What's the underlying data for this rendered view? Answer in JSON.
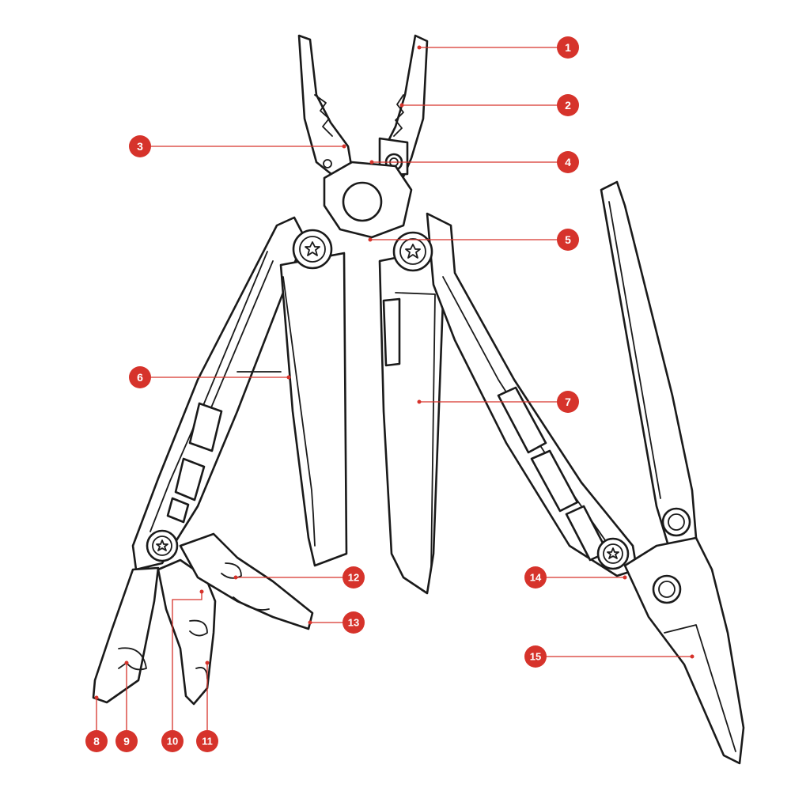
{
  "figure": {
    "accent_color": "#d6332b",
    "line_color": "#1a1a1a",
    "background": "#ffffff"
  },
  "callouts": [
    {
      "number": "1"
    },
    {
      "number": "2"
    },
    {
      "number": "3"
    },
    {
      "number": "4"
    },
    {
      "number": "5"
    },
    {
      "number": "6"
    },
    {
      "number": "7"
    },
    {
      "number": "8"
    },
    {
      "number": "9"
    },
    {
      "number": "10"
    },
    {
      "number": "11"
    },
    {
      "number": "12"
    },
    {
      "number": "13"
    },
    {
      "number": "14"
    },
    {
      "number": "15"
    }
  ]
}
